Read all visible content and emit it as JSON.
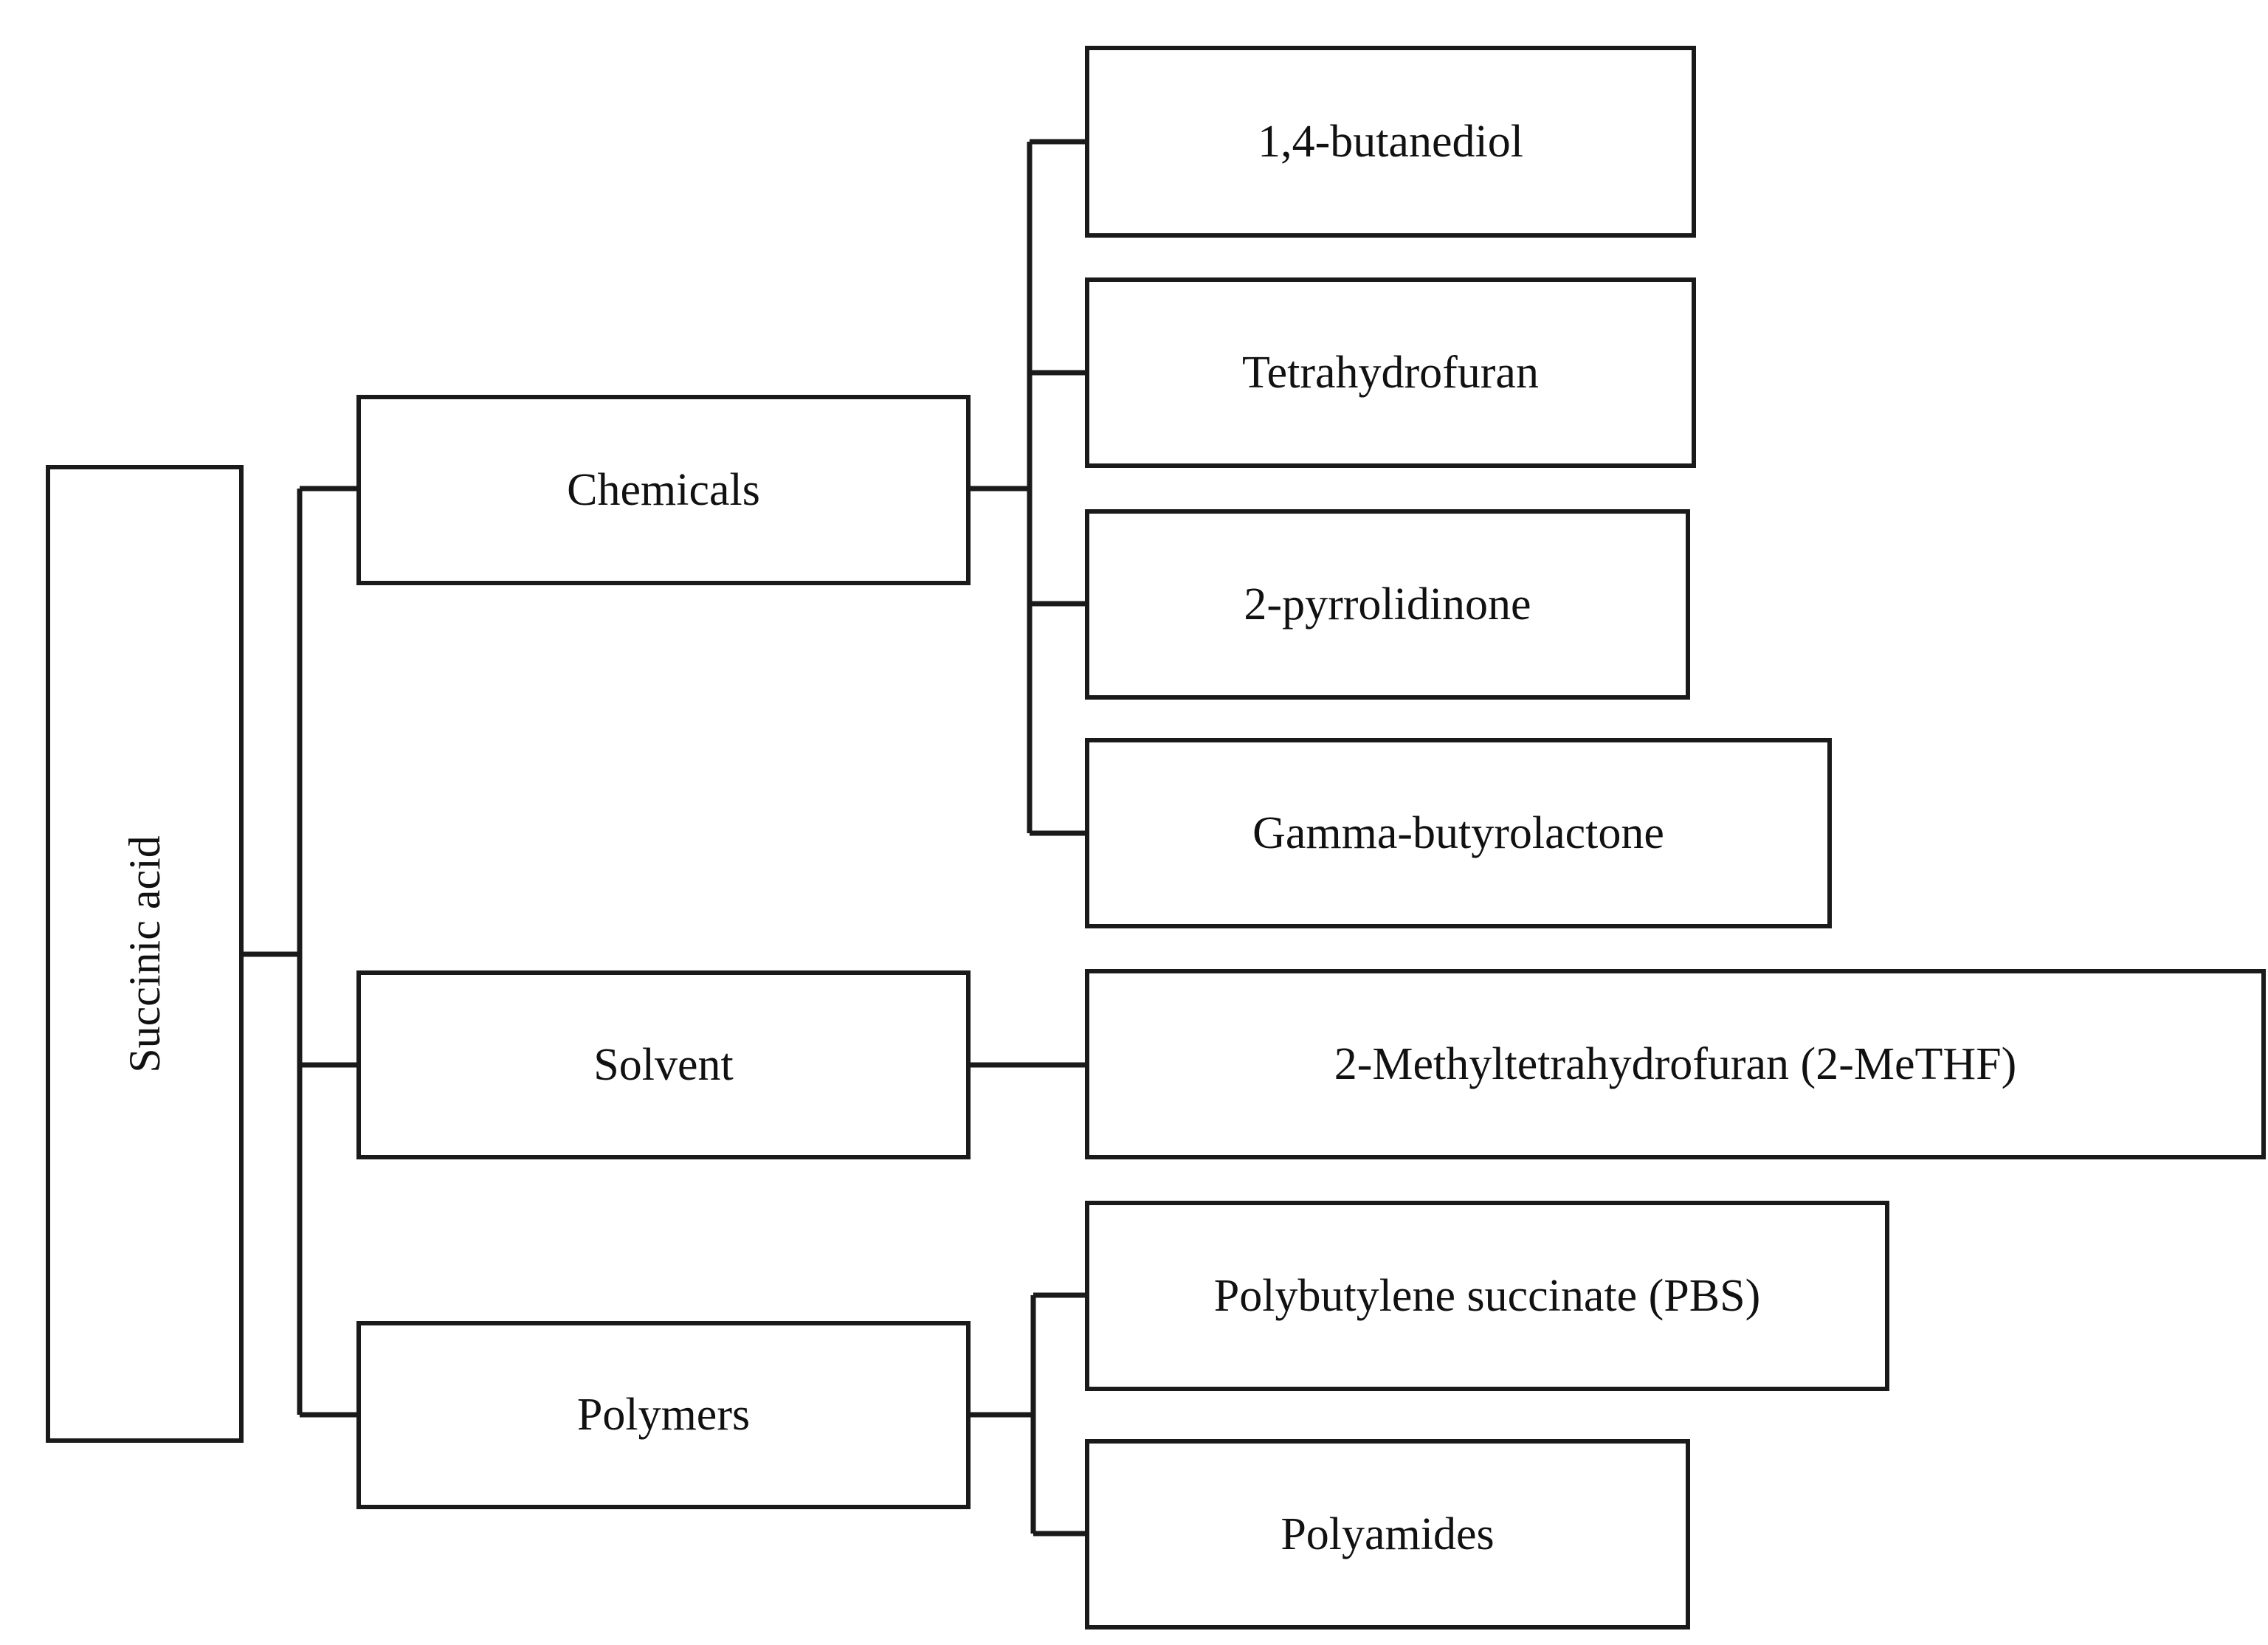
{
  "diagram": {
    "type": "tree-hierarchy",
    "orientation": "left-to-right",
    "root": {
      "label": "Succinic acid",
      "rotated": true,
      "rotation_deg": -90
    },
    "branches": [
      {
        "label": "Chemicals",
        "children": [
          {
            "label": "1,4-butanediol"
          },
          {
            "label": "Tetrahydrofuran"
          },
          {
            "label": "2-pyrrolidinone"
          },
          {
            "label": "Gamma-butyrolactone"
          }
        ]
      },
      {
        "label": "Solvent",
        "children": [
          {
            "label": "2-Methyltetrahydrofuran (2-MeTHF)"
          }
        ]
      },
      {
        "label": "Polymers",
        "children": [
          {
            "label": "Polybutylene succinate (PBS)"
          },
          {
            "label": "Polyamides"
          }
        ]
      }
    ],
    "colors": {
      "stroke": "#1a1a1a",
      "fill": "#ffffff",
      "text": "#111111"
    }
  }
}
